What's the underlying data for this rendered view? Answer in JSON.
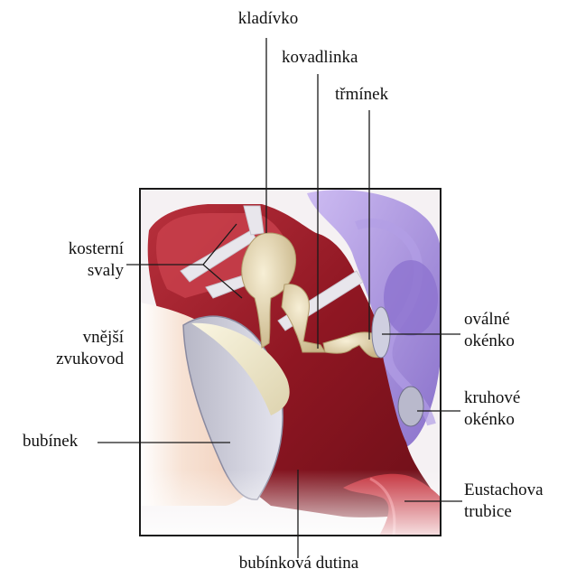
{
  "labels": {
    "kladivko": "kladívko",
    "kovadlinka": "kovadlinka",
    "trminek": "třmínek",
    "kosterni_1": "kosterní",
    "kosterni_2": "svaly",
    "vnejsi_1": "vnější",
    "vnejsi_2": "zvukovod",
    "bubinek": "bubínek",
    "ovalne_1": "oválné",
    "ovalne_2": "okénko",
    "kruhove_1": "kruhové",
    "kruhove_2": "okénko",
    "eustach_1": "Eustachova",
    "eustach_2": "trubice",
    "dutina": "bubínková dutina"
  },
  "colors": {
    "frame": "#1a1a1a",
    "cavity": "#8e1622",
    "cavity_light": "#c23a46",
    "bone": "#e9dcb8",
    "membrane": "#f1ecd2",
    "inner_ear": "#9a82d8",
    "canal_skin": "#f4d6c3"
  }
}
